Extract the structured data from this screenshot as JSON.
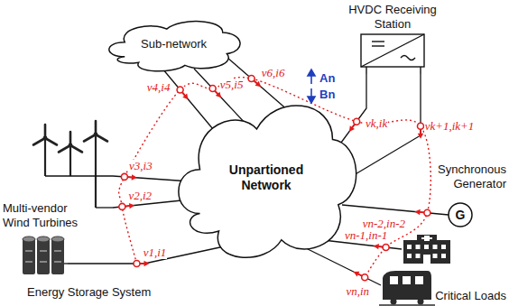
{
  "diagram": {
    "nodes": [
      {
        "text": [
          "Unpartioned Network"
        ]
      },
      {
        "text": [
          "Sub-network"
        ]
      },
      {
        "text": [
          "HVDC Receiving Station"
        ]
      },
      {
        "text": [
          "Multi-vendor Wind Turbines"
        ]
      },
      {
        "text": [
          "Energy Storage System"
        ]
      },
      {
        "text": [
          "G",
          "Synchronous Generator"
        ]
      },
      {
        "text": [
          "Critical Loads"
        ]
      }
    ],
    "edges": [
      {
        "from": 4,
        "to": 0,
        "arrow": "none",
        "label": "v1,i1"
      },
      {
        "from": 3,
        "to": 0,
        "arrow": "none",
        "label": "v2,i2"
      },
      {
        "from": 3,
        "to": 0,
        "arrow": "none",
        "label": "v3,i3"
      },
      {
        "from": 1,
        "to": 0,
        "arrow": "none",
        "label": "v4,i4"
      },
      {
        "from": 1,
        "to": 0,
        "arrow": "none",
        "label": "v5,i5"
      },
      {
        "from": 1,
        "to": 0,
        "arrow": "none",
        "label": "v6,i6"
      },
      {
        "from": 2,
        "to": 0,
        "arrow": "none",
        "label": "vk,ik"
      },
      {
        "from": 2,
        "to": 0,
        "arrow": "none",
        "label": "vk+1,ik+1"
      },
      {
        "from": 5,
        "to": 0,
        "arrow": "none",
        "label": "vn-2,in-2"
      },
      {
        "from": 6,
        "to": 0,
        "arrow": "none",
        "label": "vn-1,in-1"
      },
      {
        "from": 6,
        "to": 0,
        "arrow": "none",
        "label": "vn,in"
      }
    ],
    "labels": [
      "An",
      "Bn"
    ]
  }
}
